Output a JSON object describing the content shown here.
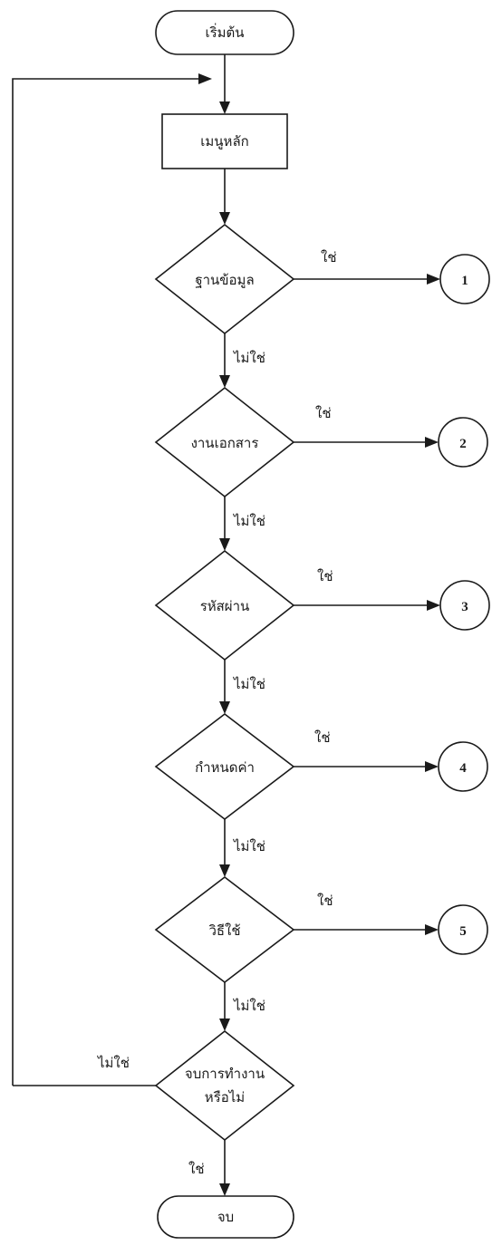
{
  "flowchart": {
    "start": "เริ่มต้น",
    "main_menu": "เมนูหลัก",
    "decisions": [
      {
        "label": "ฐานข้อมูล",
        "connector": "1"
      },
      {
        "label": "งานเอกสาร",
        "connector": "2"
      },
      {
        "label": "รหัสผ่าน",
        "connector": "3"
      },
      {
        "label": "กำหนดค่า",
        "connector": "4"
      },
      {
        "label": "วิธีใช้",
        "connector": "5"
      }
    ],
    "exit_question": {
      "line1": "จบการทำงาน",
      "line2": "หรือไม่"
    },
    "end": "จบ",
    "yes_label": "ใช่",
    "no_label": "ไม่ใช่"
  }
}
